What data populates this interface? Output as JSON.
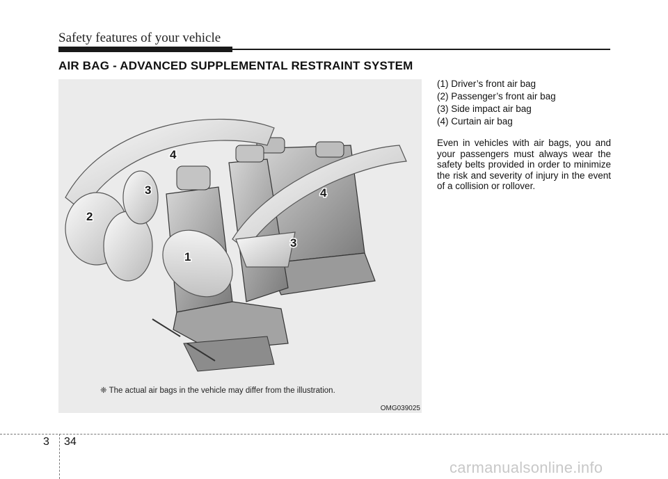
{
  "header": {
    "title": "Safety features of your vehicle"
  },
  "section": {
    "title": "AIR BAG - ADVANCED SUPPLEMENTAL RESTRAINT SYSTEM"
  },
  "figure": {
    "note": "❈ The actual air bags in the vehicle may differ from the illustration.",
    "code": "OMG039025",
    "labels": [
      "1",
      "2",
      "3",
      "4",
      "3",
      "4"
    ]
  },
  "legend": [
    "(1) Driver’s front air bag",
    "(2) Passenger’s front air bag",
    "(3) Side impact air bag",
    "(4) Curtain air bag"
  ],
  "body_text": "Even in vehicles with air bags, you and your passengers must always wear the safety belts provided in order to minimize the risk and severity of injury in the event of a collision or rollover.",
  "footer": {
    "section": "3",
    "page": "34"
  },
  "watermark": "carmanualsonline.info"
}
